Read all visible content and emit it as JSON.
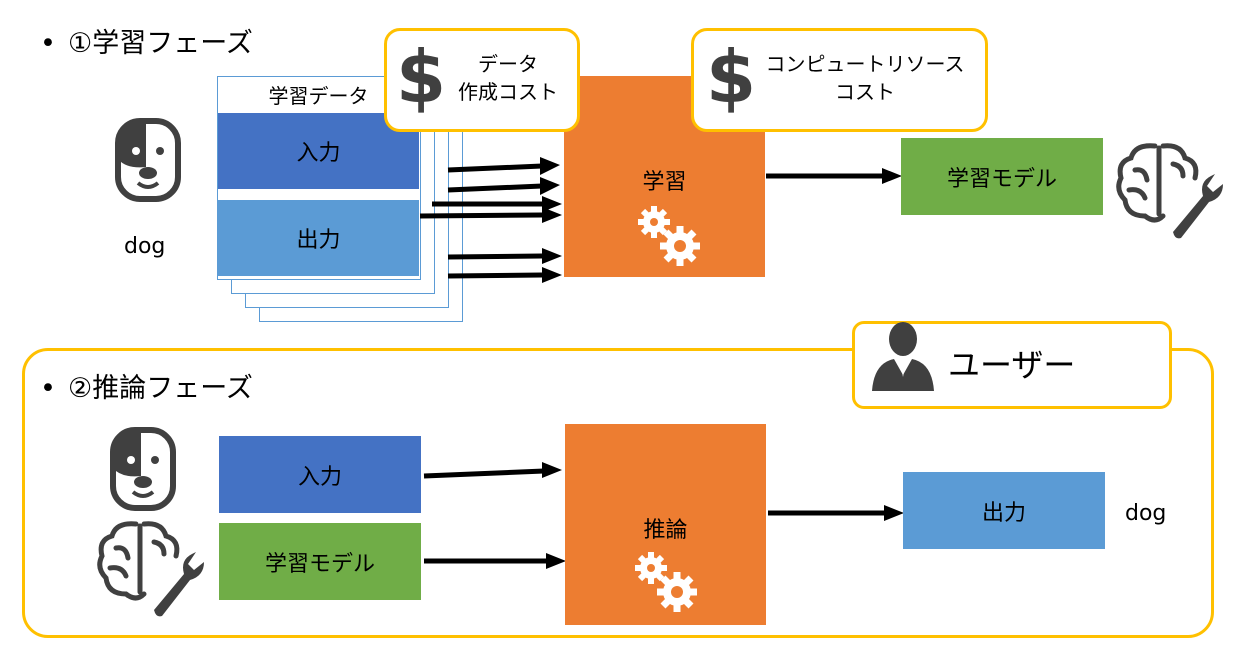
{
  "training_phase": {
    "heading": "①学習フェーズ",
    "dataset_label": "学習データ",
    "input_label": "入力",
    "output_label": "出力",
    "example_label": "dog",
    "process_label": "学習",
    "result_label": "学習モデル",
    "data_cost": {
      "line1": "データ",
      "line2": "作成コスト"
    },
    "compute_cost": {
      "line1": "コンピュートリソース",
      "line2": "コスト"
    }
  },
  "inference_phase": {
    "heading": "②推論フェーズ",
    "input_label": "入力",
    "model_label": "学習モデル",
    "process_label": "推論",
    "output_label": "出力",
    "result_label": "dog",
    "user_label": "ユーザー"
  },
  "colors": {
    "input": "#4472c4",
    "output": "#5b9bd5",
    "model": "#70ad47",
    "process": "#ed7d31",
    "highlight": "#ffc000"
  },
  "icons": [
    "dog-icon",
    "dollar-icon",
    "gears-icon",
    "brain-wrench-icon",
    "user-icon"
  ]
}
